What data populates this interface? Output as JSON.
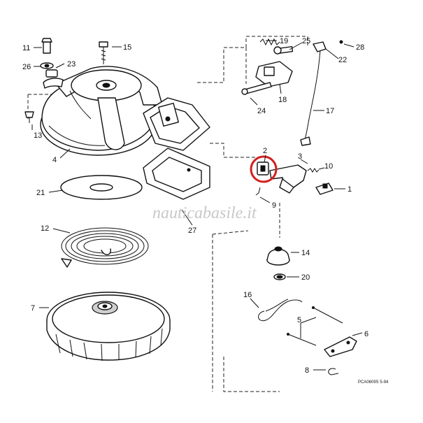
{
  "watermark": "nauticabasile.it",
  "figure_code": "PCA0609S  5-94",
  "highlight_color": "#d21f1f",
  "highlighted_part": "2",
  "callouts": {
    "p1": "1",
    "p2": "2",
    "p3": "3",
    "p4": "4",
    "p5": "5",
    "p6": "6",
    "p7": "7",
    "p8": "8",
    "p9": "9",
    "p10": "10",
    "p11": "11",
    "p12": "12",
    "p13": "13",
    "p14": "14",
    "p15": "15",
    "p16": "16",
    "p17": "17",
    "p18": "18",
    "p19": "19",
    "p20": "20",
    "p21": "21",
    "p22": "22",
    "p23": "23",
    "p24": "24",
    "p25": "25",
    "p26": "26",
    "p27": "27",
    "p28": "28"
  }
}
